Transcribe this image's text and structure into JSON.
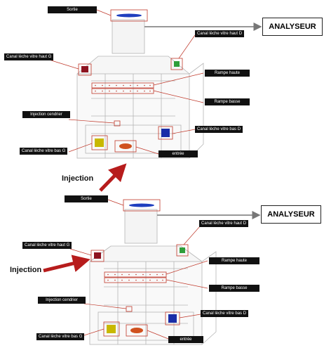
{
  "colors": {
    "callout_line": "#c0392b",
    "injection_arrow": "#b71c1c",
    "analyzer_arrow": "#777777",
    "sortie_marker": "#1f3fbf",
    "haut_g_marker": "#8e1320",
    "haut_d_marker": "#2e9e3a",
    "bas_d_marker": "#1a2da8",
    "bas_g_marker": "#c8b800",
    "entree_marker": "#d0501e"
  },
  "icons": {
    "outlet": "blue-ellipse",
    "sensor": "colored-square",
    "inlet": "orange-ellipse"
  },
  "panel_top": {
    "labels": {
      "sortie": "Sortie",
      "analyseur": "ANALYSEUR",
      "canal_haut_d": "Canal lèche vitre haut D",
      "canal_haut_g": "Canal lèche vitre haut G",
      "rampe_haute": "Rampe haute",
      "rampe_basse": "Rampe basse",
      "injection_cendrier": "Injection cendrier",
      "canal_bas_d": "Canal lèche vitre bas D",
      "canal_bas_g": "Canal lèche vitre bas G",
      "entree": "entrée",
      "injection": "Injection"
    }
  },
  "panel_bottom": {
    "labels": {
      "sortie": "Sortie",
      "analyseur": "ANALYSEUR",
      "canal_haut_d": "Canal lèche vitre haut D",
      "canal_haut_g": "Canal lèche vitre haut G",
      "rampe_haute": "Rampe haute",
      "rampe_basse": "Rampe basse",
      "injection_cendrier": "Injection cendrier",
      "canal_bas_d": "Canal lèche vitre bas D",
      "canal_bas_g": "Canal lèche vitre bas G",
      "entree": "entrée",
      "injection": "Injection"
    }
  }
}
